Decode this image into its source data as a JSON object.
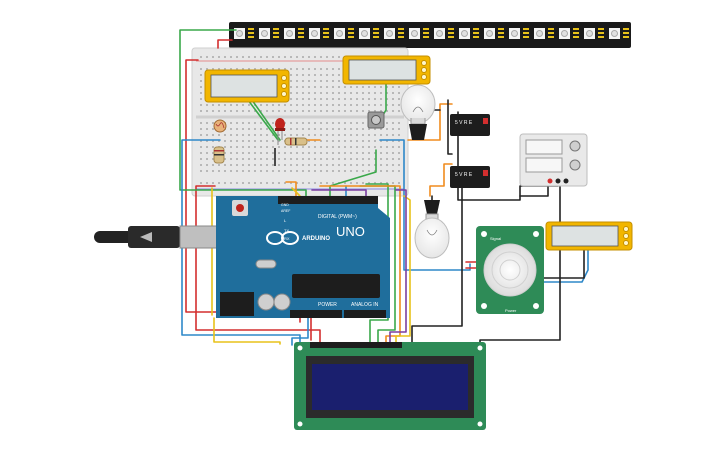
{
  "arduino": {
    "logo": "UNO",
    "brand": "ARDUINO",
    "digital_label": "DIGITAL (PWM~)",
    "power_label": "POWER",
    "analog_label": "ANALOG IN",
    "tx_label": "TX",
    "rx_label": "RX",
    "l_label": "L",
    "aref_label": "AREF",
    "gnd_label": "GND"
  },
  "relays": [
    {
      "label": "5 V R E"
    },
    {
      "label": "5 V R E"
    }
  ],
  "pir_sensor": {
    "labels": [
      "Signal",
      "Power"
    ]
  },
  "colors": {
    "arduino_board": "#1f6e9c",
    "breadboard": "#e8e8e8",
    "lcd_pcb": "#2e8b57",
    "lcd_screen": "#1a1f6e",
    "led_strip": "#1a1a1a",
    "display_frame": "#f2b600",
    "wire_red": "#d32f2f",
    "wire_green": "#3aa84a",
    "wire_orange": "#f08c1e",
    "wire_blue": "#2e88c9",
    "wire_yellow": "#e8c21a",
    "wire_purple": "#7b3fa0",
    "wire_black": "#222222"
  }
}
